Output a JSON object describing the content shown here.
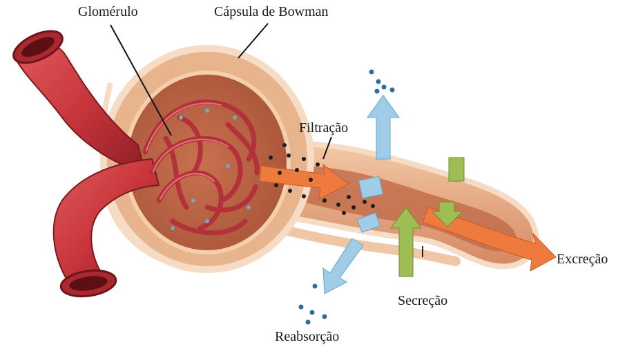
{
  "labels": {
    "glomerulo": "Glomérulo",
    "capsula": "Cápsula de Bowman",
    "filtracao": "Filtração",
    "excrecao": "Excreção",
    "secrecao": "Secreção",
    "reabsorcao": "Reabsorção"
  },
  "colors": {
    "vessel": "#c8363b",
    "vessel_dark": "#8e1f25",
    "capsule": "#e8b48e",
    "capsule_edge": "#f6dcc4",
    "tubule": "#d98c6a",
    "filtration_arrow": "#ee7a3e",
    "reabsorption_arrow": "#9fcce6",
    "secretion_arrow": "#9ebd52",
    "particle_dark": "#1d1d1d",
    "particle_blue": "#2a6f9a"
  }
}
